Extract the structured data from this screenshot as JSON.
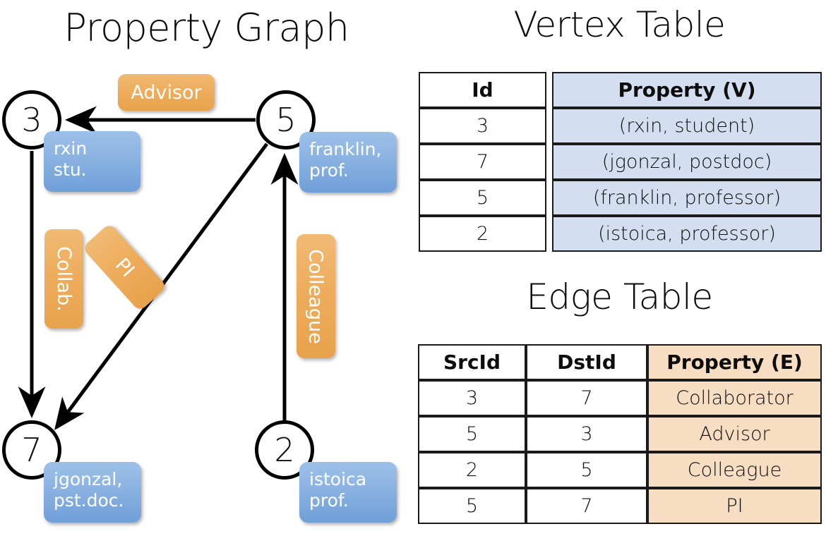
{
  "titles": {
    "property_graph": "Property Graph",
    "vertex_table": "Vertex Table",
    "edge_table": "Edge Table"
  },
  "colors": {
    "vertex_property_fill": "#d3dff1",
    "edge_property_fill": "#f7ddc2",
    "node_property_box": "#8fb6e4",
    "edge_label_box": "#eead5d",
    "stroke": "#000000",
    "background": "#ffffff"
  },
  "graph": {
    "nodes": [
      {
        "id": "3",
        "property_line1": "rxin",
        "property_line2": "stu."
      },
      {
        "id": "5",
        "property_line1": "franklin,",
        "property_line2": "prof."
      },
      {
        "id": "7",
        "property_line1": "jgonzal,",
        "property_line2": "pst.doc."
      },
      {
        "id": "2",
        "property_line1": "istoica",
        "property_line2": "prof."
      }
    ],
    "edges": [
      {
        "label": "Advisor",
        "src": "5",
        "dst": "3"
      },
      {
        "label": "Collab.",
        "src": "3",
        "dst": "7"
      },
      {
        "label": "PI",
        "src": "5",
        "dst": "7"
      },
      {
        "label": "Colleague",
        "src": "2",
        "dst": "5"
      }
    ]
  },
  "vertex_table": {
    "headers": [
      "Id",
      "Property (V)"
    ],
    "rows": [
      {
        "id": "3",
        "property": "(rxin, student)"
      },
      {
        "id": "7",
        "property": "(jgonzal, postdoc)"
      },
      {
        "id": "5",
        "property": "(franklin, professor)"
      },
      {
        "id": "2",
        "property": "(istoica, professor)"
      }
    ]
  },
  "edge_table": {
    "headers": [
      "SrcId",
      "DstId",
      "Property (E)"
    ],
    "rows": [
      {
        "src": "3",
        "dst": "7",
        "property": "Collaborator"
      },
      {
        "src": "5",
        "dst": "3",
        "property": "Advisor"
      },
      {
        "src": "2",
        "dst": "5",
        "property": "Colleague"
      },
      {
        "src": "5",
        "dst": "7",
        "property": "PI"
      }
    ]
  }
}
